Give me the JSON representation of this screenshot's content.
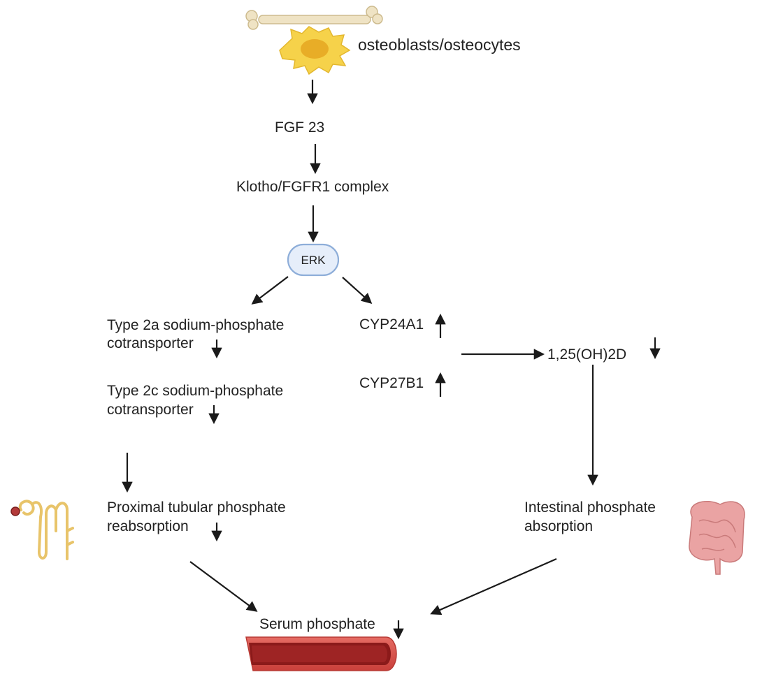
{
  "nodes": {
    "source_cells": "osteoblasts/osteocytes",
    "fgf23": "FGF 23",
    "klotho": "Klotho/FGFR1 complex",
    "erk": "ERK",
    "type2a_line1": "Type 2a sodium-phosphate",
    "type2a_line2": "cotransporter",
    "type2c_line1": "Type 2c sodium-phosphate",
    "type2c_line2": "cotransporter",
    "cyp24a1": "CYP24A1",
    "cyp27b1": "CYP27B1",
    "vitd": "1,25(OH)2D",
    "proximal_line1": "Proximal tubular phosphate",
    "proximal_line2": "reabsorption",
    "intestinal_line1": "Intestinal phosphate",
    "intestinal_line2": "absorption",
    "serum": "Serum phosphate"
  },
  "indicators": {
    "type2a": "down",
    "type2c": "down",
    "cyp24a1": "up",
    "cyp27b1": "up",
    "vitd": "down",
    "proximal": "down",
    "serum": "down"
  },
  "icons": {
    "bone": "bone-icon",
    "cell": "osteocyte-cell-icon",
    "kidney": "nephron-icon",
    "intestine": "intestine-icon",
    "vessel": "blood-vessel-icon"
  },
  "colors": {
    "bone": "#efe3c4",
    "cell": "#f6d24a",
    "erk_fill": "#e6eefa",
    "erk_stroke": "#8eaed9",
    "vessel_outer": "#d9534f",
    "vessel_inner": "#8b1a1a",
    "nephron": "#e8c46a",
    "intestine": "#e8a0a0"
  }
}
